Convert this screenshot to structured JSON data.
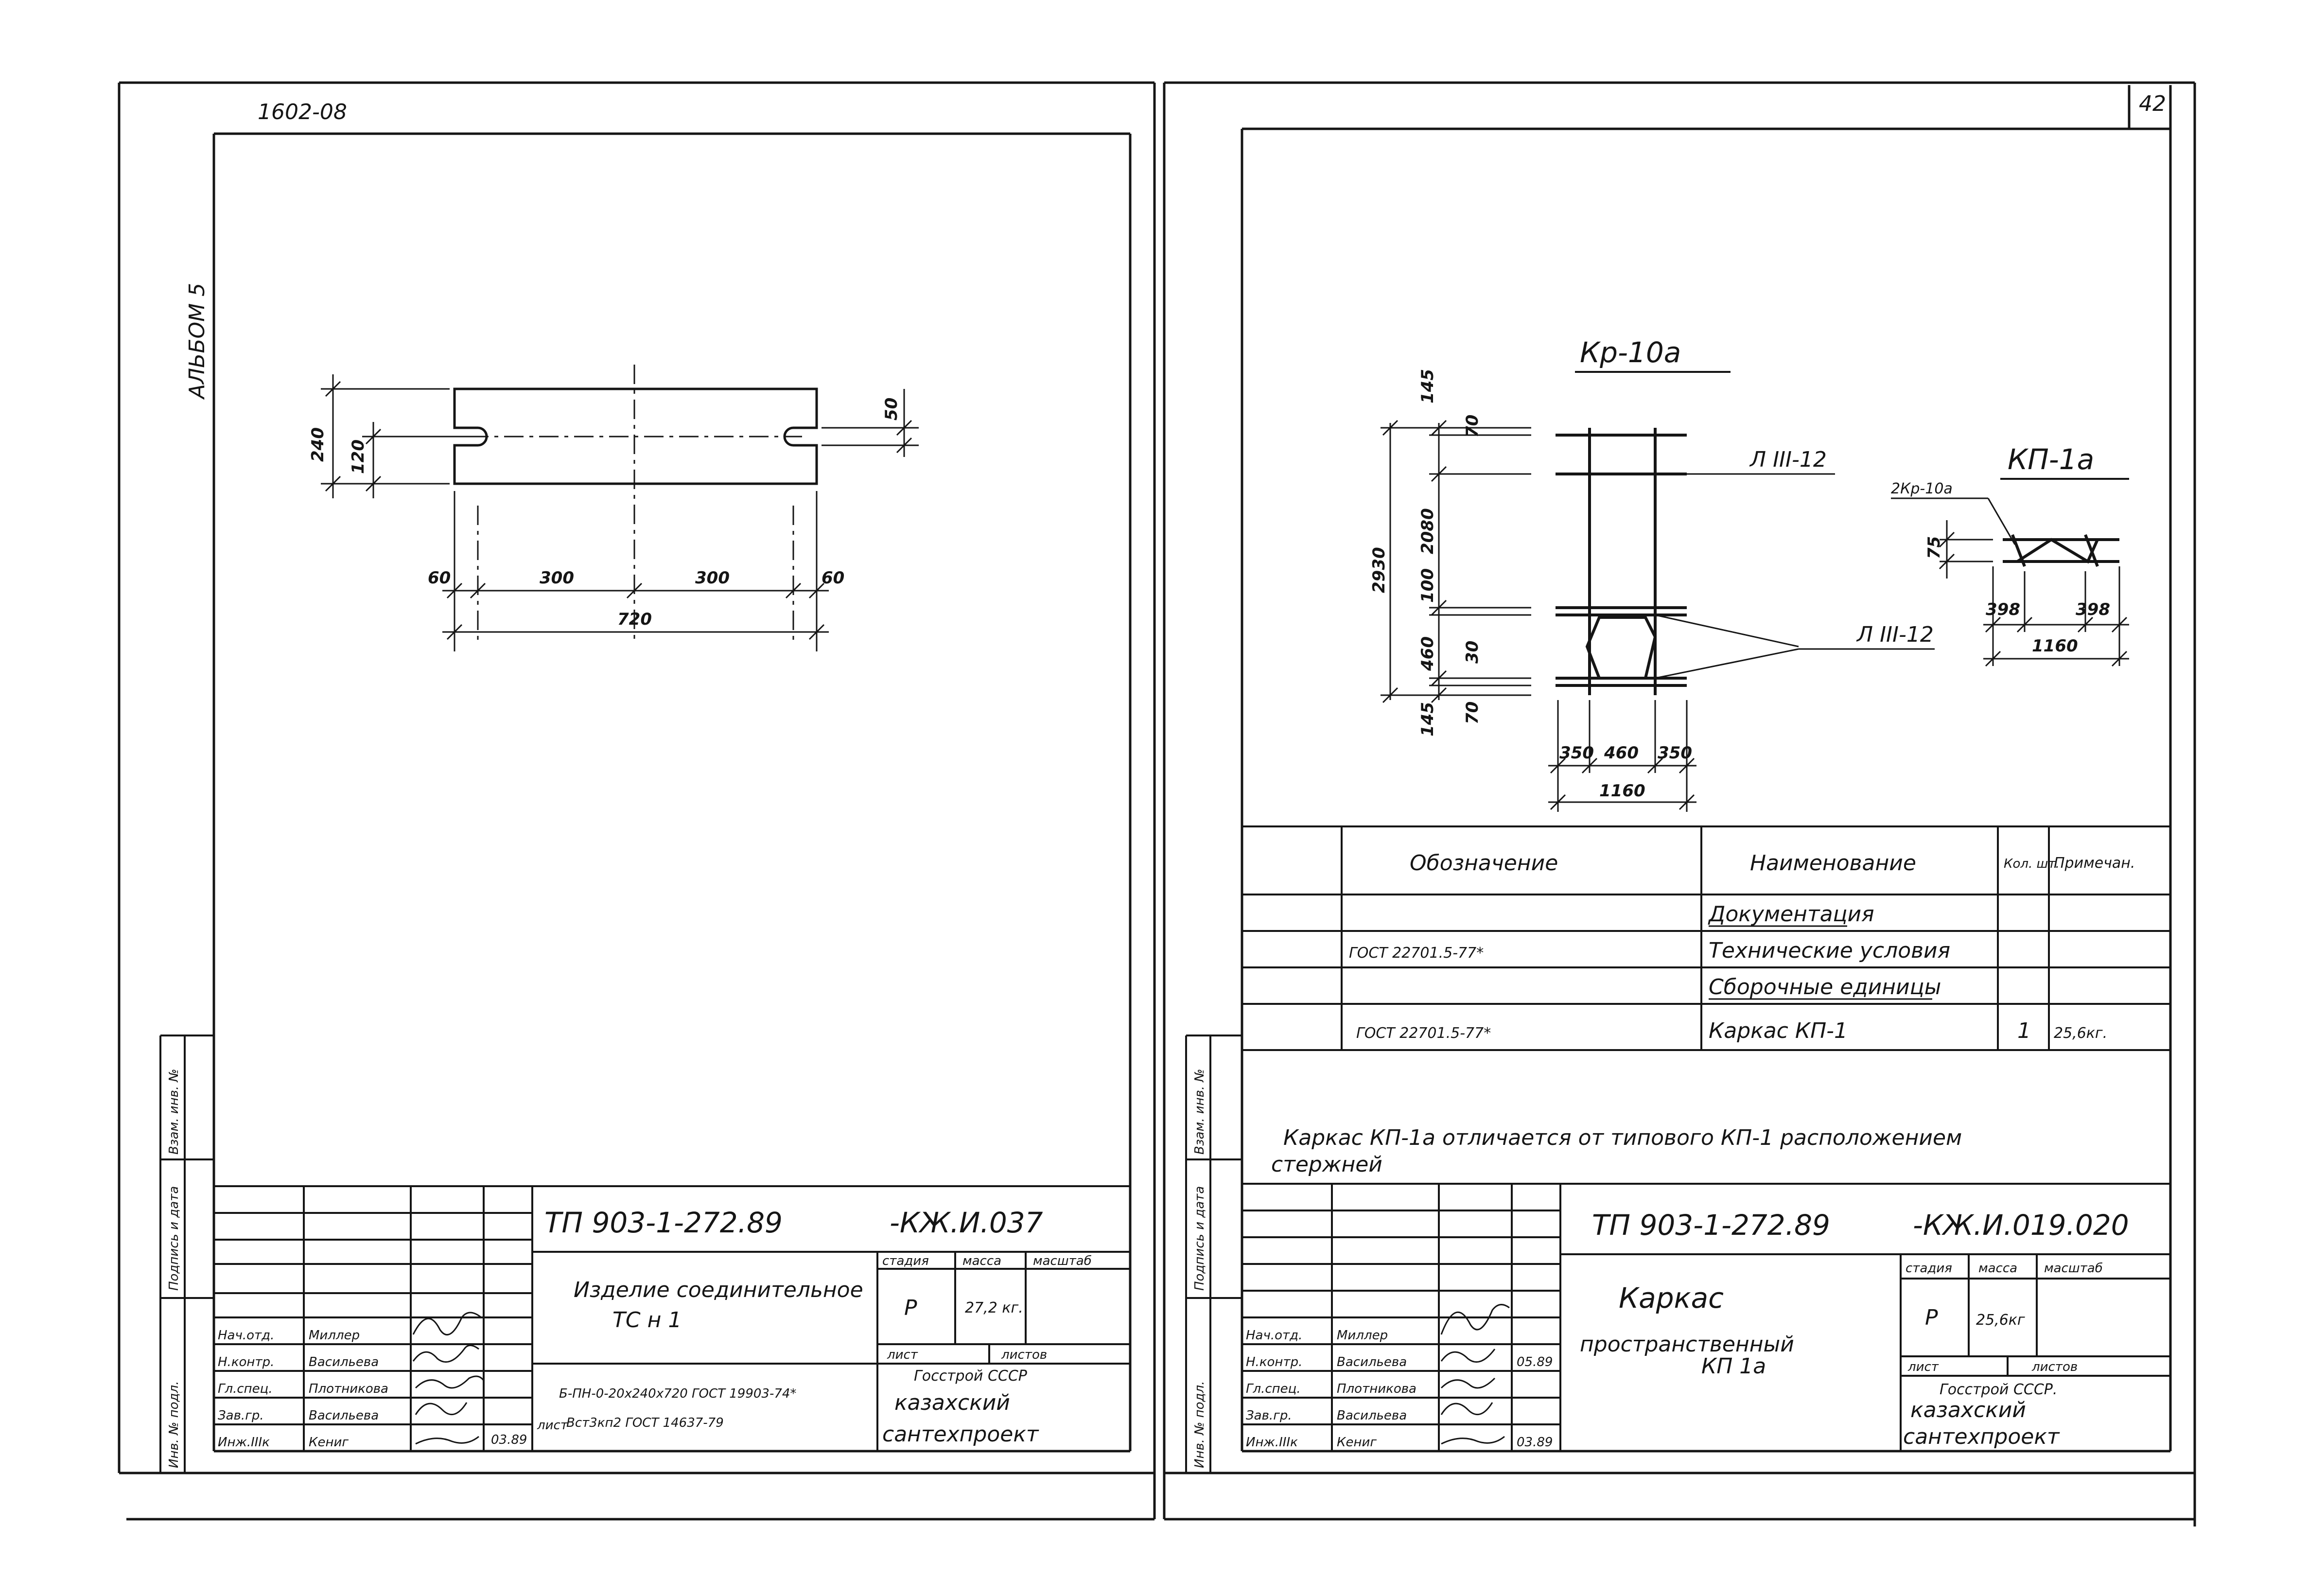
{
  "page": {
    "sheet_number": "42",
    "album_code": "1602-08",
    "album_label": "АЛЬБОМ 5"
  },
  "side_stamp": [
    "Инв. № подл.",
    "Подпись и дата",
    "Взам. инв. №"
  ],
  "left": {
    "dims": {
      "d240": "240",
      "d120": "120",
      "d50": "50",
      "d60a": "60",
      "d300a": "300",
      "d300b": "300",
      "d60b": "60",
      "d720": "720"
    },
    "title_block": {
      "designation": "ТП 903-1-272.89",
      "code": "-КЖ.И.037",
      "name_line1": "Изделие соединительное",
      "name_line2": "ТС н 1",
      "stage_header": "стадия",
      "mass_header": "масса",
      "scale_header": "масштаб",
      "stage": "Р",
      "mass": "27,2 кг.",
      "sheet_header": "лист",
      "sheets_header": "листов",
      "org1": "Госстрой СССР",
      "org2": "казахский",
      "org3": "сантехпроект",
      "material1": "Б-ПН-0-20х240х720 ГОСТ 19903-74*",
      "material2": "Вст3кп2 ГОСТ 14637-79",
      "material_prefix": "лист",
      "date": "03.89",
      "signatures": [
        {
          "role": "Нач.отд.",
          "name": "Миллер"
        },
        {
          "role": "Н.контр.",
          "name": "Васильева"
        },
        {
          "role": "Гл.спец.",
          "name": "Плотникова"
        },
        {
          "role": "Зав.гр.",
          "name": "Васильева"
        },
        {
          "role": "Инж.IIIк",
          "name": "Кениг"
        }
      ]
    }
  },
  "right": {
    "title_kr": "Кр-10а",
    "title_kp": "КП-1а",
    "labels": {
      "rebar_top": "Л III-12",
      "rebar_bottom": "Л III-12",
      "kr_count": "2Кр-10а"
    },
    "dims_v": {
      "d145a": "145",
      "d70a": "70",
      "d2930": "2930",
      "d2080": "2080",
      "d100": "100",
      "d460v": "460",
      "d30": "30",
      "d145b": "145",
      "d70b": "70"
    },
    "dims_h": {
      "d350a": "350",
      "d460": "460",
      "d350b": "350",
      "d1160": "1160"
    },
    "kp_dims": {
      "d75": "75",
      "d398a": "398",
      "d398b": "398",
      "d1160": "1160"
    },
    "spec": {
      "headers": [
        "Обозначение",
        "Наименование",
        "Кол. шт.",
        "Примечан."
      ],
      "rows": [
        {
          "designation": "",
          "name": "Документация",
          "qty": "",
          "note": "",
          "underlined": true
        },
        {
          "designation": "ГОСТ 22701.5-77*",
          "name": "Технические условия",
          "qty": "",
          "note": "",
          "underlined": false
        },
        {
          "designation": "",
          "name": "Сборочные единицы",
          "qty": "",
          "note": "",
          "underlined": true
        },
        {
          "designation": "ГОСТ 22701.5-77*",
          "name": "Каркас КП-1",
          "qty": "1",
          "note": "25,6кг.",
          "underlined": false
        }
      ]
    },
    "note_line1": "Каркас КП-1а отличается от типового КП-1 расположением",
    "note_line2": "стержней",
    "title_block": {
      "designation": "ТП 903-1-272.89",
      "code": "-КЖ.И.019.020",
      "name_line1": "Каркас",
      "name_line2": "пространственный",
      "name_line3": "КП 1а",
      "stage_header": "стадия",
      "mass_header": "масса",
      "scale_header": "масштаб",
      "stage": "Р",
      "mass": "25,6кг",
      "sheet_header": "лист",
      "sheets_header": "листов",
      "org1": "Госстрой СССР.",
      "org2": "казахский",
      "org3": "сантехпроект",
      "date1": "05.89",
      "date2": "03.89",
      "signatures": [
        {
          "role": "Нач.отд.",
          "name": "Миллер"
        },
        {
          "role": "Н.контр.",
          "name": "Васильева"
        },
        {
          "role": "Гл.спец.",
          "name": "Плотникова"
        },
        {
          "role": "Зав.гр.",
          "name": "Васильева"
        },
        {
          "role": "Инж.IIIк",
          "name": "Кениг"
        }
      ]
    }
  }
}
